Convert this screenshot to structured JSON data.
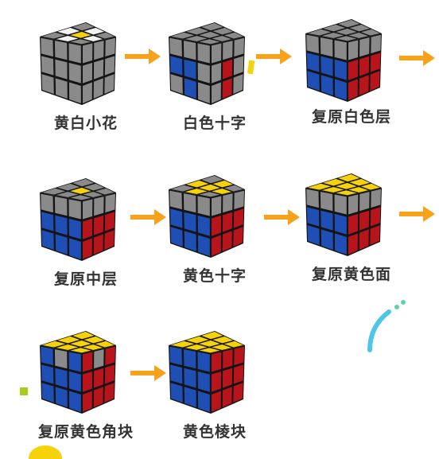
{
  "colors": {
    "Y": "#f5d20a",
    "W": "#f2f2f2",
    "G": "#8a8a8a",
    "B": "#1f4fb5",
    "R": "#b8141c",
    "K": "#141414",
    "arrow": "#f6a21a"
  },
  "steps": [
    {
      "label": "黄白小花",
      "top": [
        "G",
        "W",
        "G",
        "W",
        "Y",
        "W",
        "G",
        "W",
        "G"
      ],
      "left": [
        "G",
        "G",
        "G",
        "G",
        "G",
        "G",
        "G",
        "G",
        "G"
      ],
      "right": [
        "G",
        "G",
        "G",
        "G",
        "G",
        "G",
        "G",
        "G",
        "G"
      ]
    },
    {
      "label": "白色十字",
      "top": [
        "G",
        "G",
        "G",
        "G",
        "G",
        "G",
        "G",
        "G",
        "G"
      ],
      "left": [
        "G",
        "G",
        "G",
        "B",
        "B",
        "G",
        "G",
        "B",
        "G"
      ],
      "right": [
        "G",
        "G",
        "G",
        "G",
        "R",
        "G",
        "G",
        "R",
        "G"
      ]
    },
    {
      "label": "复原白色层",
      "top": [
        "G",
        "G",
        "G",
        "G",
        "G",
        "G",
        "G",
        "G",
        "G"
      ],
      "left": [
        "G",
        "G",
        "G",
        "B",
        "B",
        "B",
        "B",
        "B",
        "B"
      ],
      "right": [
        "G",
        "G",
        "G",
        "R",
        "R",
        "R",
        "R",
        "R",
        "R"
      ]
    },
    {
      "label": "复原中层",
      "top": [
        "G",
        "G",
        "G",
        "G",
        "Y",
        "G",
        "G",
        "G",
        "G"
      ],
      "left": [
        "G",
        "G",
        "G",
        "B",
        "B",
        "B",
        "B",
        "B",
        "B"
      ],
      "right": [
        "G",
        "G",
        "G",
        "R",
        "R",
        "R",
        "R",
        "R",
        "R"
      ]
    },
    {
      "label": "黄色十字",
      "top": [
        "G",
        "Y",
        "G",
        "Y",
        "Y",
        "Y",
        "G",
        "Y",
        "G"
      ],
      "left": [
        "G",
        "G",
        "G",
        "B",
        "B",
        "B",
        "B",
        "B",
        "B"
      ],
      "right": [
        "G",
        "G",
        "G",
        "R",
        "R",
        "R",
        "R",
        "R",
        "R"
      ]
    },
    {
      "label": "复原黄色面",
      "top": [
        "Y",
        "Y",
        "Y",
        "Y",
        "Y",
        "Y",
        "Y",
        "Y",
        "Y"
      ],
      "left": [
        "G",
        "G",
        "G",
        "B",
        "B",
        "B",
        "B",
        "B",
        "B"
      ],
      "right": [
        "G",
        "G",
        "G",
        "R",
        "R",
        "R",
        "R",
        "R",
        "R"
      ]
    },
    {
      "label": "复原黄色角块",
      "top": [
        "Y",
        "Y",
        "Y",
        "Y",
        "Y",
        "Y",
        "Y",
        "Y",
        "Y"
      ],
      "left": [
        "B",
        "G",
        "B",
        "B",
        "B",
        "B",
        "B",
        "B",
        "B"
      ],
      "right": [
        "R",
        "G",
        "R",
        "R",
        "R",
        "R",
        "R",
        "R",
        "R"
      ]
    },
    {
      "label": "黄色棱块",
      "top": [
        "Y",
        "Y",
        "Y",
        "Y",
        "Y",
        "Y",
        "Y",
        "Y",
        "Y"
      ],
      "left": [
        "B",
        "B",
        "B",
        "B",
        "B",
        "B",
        "B",
        "B",
        "B"
      ],
      "right": [
        "R",
        "R",
        "R",
        "R",
        "R",
        "R",
        "R",
        "R",
        "R"
      ]
    }
  ]
}
